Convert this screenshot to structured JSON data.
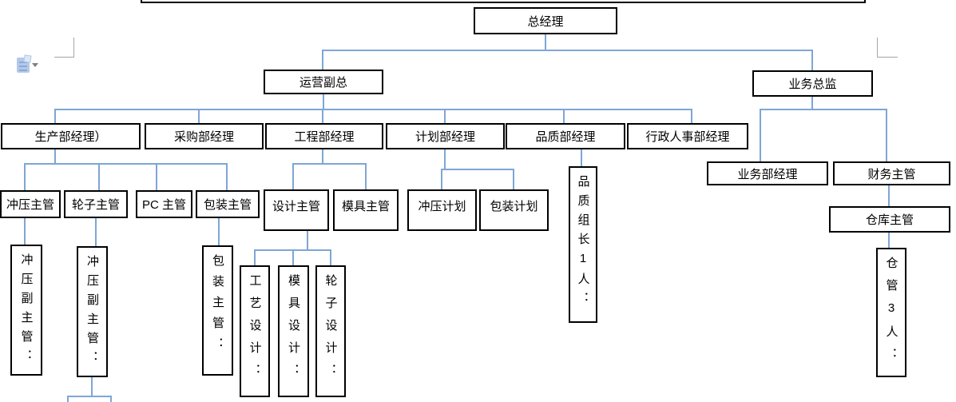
{
  "colors": {
    "connector": "#7ea6d6",
    "node_border": "#000000",
    "node_background": "#ffffff",
    "page_background": "#ffffff",
    "crop_mark": "#a6a6a6",
    "paste_icon_fill": "#b3c9e8",
    "paste_icon_detail": "#8aa9d4",
    "paste_arrow": "#7f7f7f"
  },
  "icons": {
    "paste_options": "clipboard-paste-icon",
    "paste_dropdown": "chevron-down-icon"
  },
  "org_chart": {
    "nodes": [
      {
        "id": "general-manager",
        "label": "总经理",
        "orientation": "horizontal"
      },
      {
        "id": "operations-vp",
        "label": "运营副总",
        "orientation": "horizontal"
      },
      {
        "id": "business-director",
        "label": "业务总监",
        "orientation": "horizontal"
      },
      {
        "id": "production-manager",
        "label": "生产部经理）",
        "orientation": "horizontal"
      },
      {
        "id": "purchasing-manager",
        "label": "采购部经理",
        "orientation": "horizontal"
      },
      {
        "id": "engineering-manager",
        "label": "工程部经理",
        "orientation": "horizontal"
      },
      {
        "id": "planning-manager",
        "label": "计划部经理",
        "orientation": "horizontal"
      },
      {
        "id": "quality-manager",
        "label": "品质部经理",
        "orientation": "horizontal"
      },
      {
        "id": "admin-hr-manager",
        "label": "行政人事部经理",
        "orientation": "horizontal"
      },
      {
        "id": "business-dept-manager",
        "label": "业务部经理",
        "orientation": "horizontal"
      },
      {
        "id": "finance-supervisor",
        "label": "财务主管",
        "orientation": "horizontal"
      },
      {
        "id": "stamping-supervisor",
        "label": "冲压主管",
        "orientation": "horizontal"
      },
      {
        "id": "wheel-supervisor",
        "label": "轮子主管",
        "orientation": "horizontal"
      },
      {
        "id": "pc-supervisor",
        "label": "PC 主管",
        "orientation": "horizontal"
      },
      {
        "id": "packaging-supervisor",
        "label": "包装主管",
        "orientation": "horizontal"
      },
      {
        "id": "design-supervisor",
        "label": "设计主管",
        "orientation": "horizontal"
      },
      {
        "id": "mold-supervisor",
        "label": "模具主管",
        "orientation": "horizontal"
      },
      {
        "id": "stamping-planner",
        "label": "冲压计划",
        "orientation": "horizontal"
      },
      {
        "id": "packaging-planner",
        "label": "包装计划",
        "orientation": "horizontal"
      },
      {
        "id": "warehouse-supervisor",
        "label": "仓库主管",
        "orientation": "horizontal"
      },
      {
        "id": "quality-team-leader",
        "label": "品质组长1人：",
        "orientation": "vertical"
      },
      {
        "id": "stamping-deputy-1",
        "label": "冲压副主管：",
        "orientation": "vertical"
      },
      {
        "id": "stamping-deputy-2",
        "label": "冲压副主管：",
        "orientation": "vertical"
      },
      {
        "id": "packaging-supervisor-vertical",
        "label": "包装主管：",
        "orientation": "vertical"
      },
      {
        "id": "process-designer",
        "label": "工艺设计：",
        "orientation": "vertical"
      },
      {
        "id": "mold-designer",
        "label": "模具设计：",
        "orientation": "vertical"
      },
      {
        "id": "wheel-designer",
        "label": "轮子设计：",
        "orientation": "vertical"
      },
      {
        "id": "warehouse-keeper",
        "label": "仓管3人：",
        "orientation": "vertical"
      }
    ],
    "edges": [
      [
        "general-manager",
        "operations-vp"
      ],
      [
        "general-manager",
        "business-director"
      ],
      [
        "operations-vp",
        "production-manager"
      ],
      [
        "operations-vp",
        "purchasing-manager"
      ],
      [
        "operations-vp",
        "engineering-manager"
      ],
      [
        "operations-vp",
        "planning-manager"
      ],
      [
        "operations-vp",
        "quality-manager"
      ],
      [
        "operations-vp",
        "admin-hr-manager"
      ],
      [
        "business-director",
        "business-dept-manager"
      ],
      [
        "business-director",
        "finance-supervisor"
      ],
      [
        "production-manager",
        "stamping-supervisor"
      ],
      [
        "production-manager",
        "wheel-supervisor"
      ],
      [
        "production-manager",
        "pc-supervisor"
      ],
      [
        "production-manager",
        "packaging-supervisor"
      ],
      [
        "engineering-manager",
        "design-supervisor"
      ],
      [
        "engineering-manager",
        "mold-supervisor"
      ],
      [
        "planning-manager",
        "stamping-planner"
      ],
      [
        "planning-manager",
        "packaging-planner"
      ],
      [
        "quality-manager",
        "quality-team-leader"
      ],
      [
        "stamping-supervisor",
        "stamping-deputy-1"
      ],
      [
        "wheel-supervisor",
        "stamping-deputy-2"
      ],
      [
        "packaging-supervisor",
        "packaging-supervisor-vertical"
      ],
      [
        "design-supervisor",
        "process-designer"
      ],
      [
        "design-supervisor",
        "mold-designer"
      ],
      [
        "design-supervisor",
        "wheel-designer"
      ],
      [
        "finance-supervisor",
        "warehouse-supervisor"
      ],
      [
        "warehouse-supervisor",
        "warehouse-keeper"
      ],
      [
        "stamping-deputy-2",
        "cut-off-node-below"
      ]
    ]
  }
}
